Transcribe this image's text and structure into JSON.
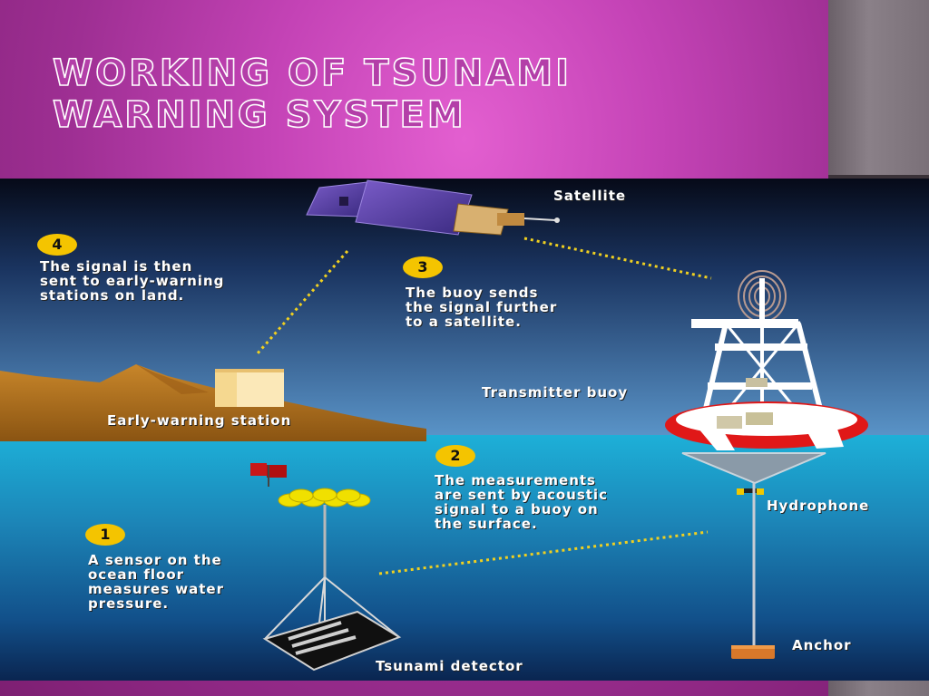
{
  "slide": {
    "title": "Working of Tsunami Warning System"
  },
  "diagram": {
    "labels": {
      "satellite": "Satellite",
      "transmitter_buoy": "Transmitter buoy",
      "early_warning_station": "Early-warning station",
      "hydrophone": "Hydrophone",
      "anchor": "Anchor",
      "tsunami_detector": "Tsunami detector"
    },
    "steps": [
      {
        "number": "1",
        "lines": [
          "A sensor on the",
          "ocean floor",
          "measures water",
          "pressure."
        ]
      },
      {
        "number": "2",
        "lines": [
          "The measurements",
          "are sent by acoustic",
          "signal to a buoy on",
          "the surface."
        ]
      },
      {
        "number": "3",
        "lines": [
          "The buoy sends",
          "the signal further",
          "to a satellite."
        ]
      },
      {
        "number": "4",
        "lines": [
          "The signal is then",
          "sent to early-warning",
          "stations on land."
        ]
      }
    ],
    "colors": {
      "sky_top": "#080c1c",
      "sky_bottom": "#4a86c0",
      "ocean_top": "#1aa6d0",
      "ocean_bottom": "#0a2a58",
      "land": "#b8761e",
      "badge": "#f4c400",
      "signal_dots": "#f0d020",
      "slide_background": "#b53fa9"
    }
  }
}
